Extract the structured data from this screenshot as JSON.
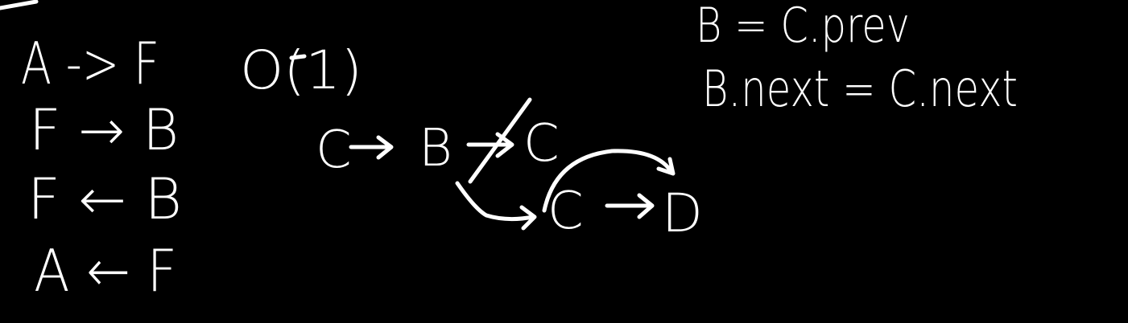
{
  "colors": {
    "background": "#000000",
    "ink": "#ffffff"
  },
  "left_column": {
    "line1": "A -> F",
    "line2": "F → B",
    "line3": "F ← B",
    "line4": "A ← F"
  },
  "complexity": "O(1)",
  "diagram": {
    "node_c_first": "C",
    "node_b": "B",
    "node_c_crossed": "C",
    "node_c_lower": "C",
    "node_d": "D"
  },
  "equations": {
    "line1": "B = C.prev",
    "line2": "B.next = C.next"
  }
}
